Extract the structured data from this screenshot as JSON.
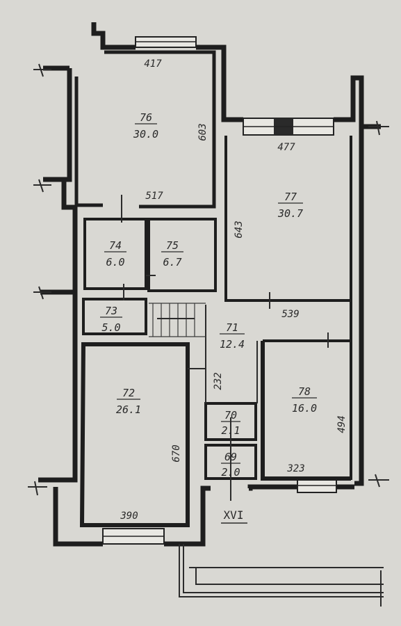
{
  "rooms": [
    {
      "id": "76",
      "area": "30.0"
    },
    {
      "id": "77",
      "area": "30.7"
    },
    {
      "id": "74",
      "area": "6.0"
    },
    {
      "id": "75",
      "area": "6.7"
    },
    {
      "id": "73",
      "area": "5.0"
    },
    {
      "id": "71",
      "area": "12.4"
    },
    {
      "id": "72",
      "area": "26.1"
    },
    {
      "id": "78",
      "area": "16.0"
    },
    {
      "id": "70",
      "area": "2.1"
    },
    {
      "id": "69",
      "area": "2.0"
    }
  ],
  "dimensions": {
    "room76_top": "417",
    "room76_side": "603",
    "room76_bottom": "517",
    "room77_top": "477",
    "room77_side": "643",
    "room77_bottom": "539",
    "room72_side": "670",
    "room72_bottom": "390",
    "room71_side": "232",
    "room78_side": "494",
    "room78_bottom": "323"
  },
  "section_mark": "XVI"
}
